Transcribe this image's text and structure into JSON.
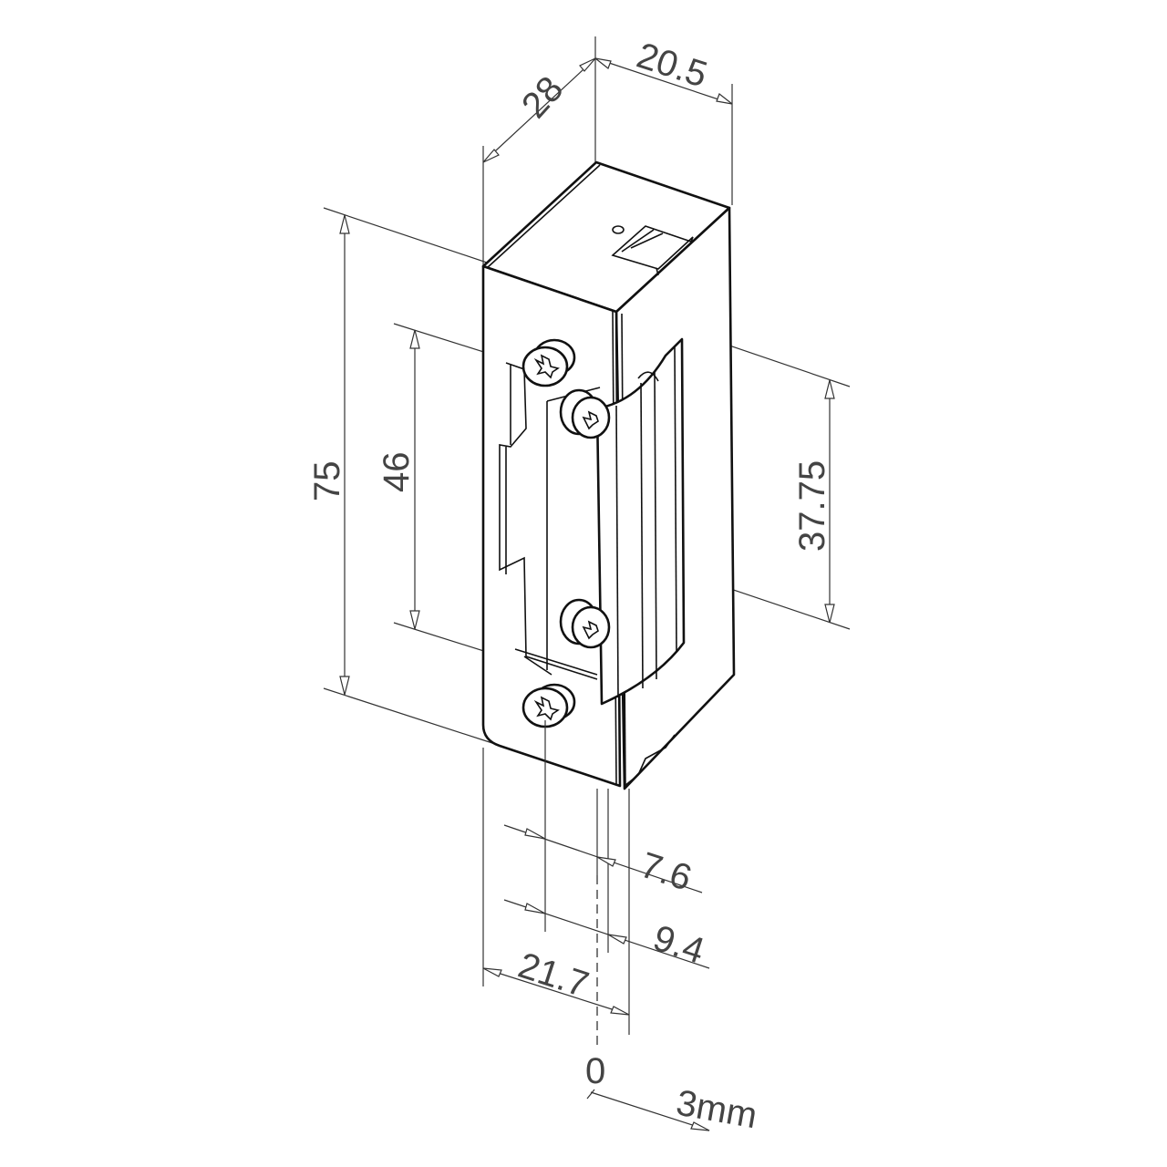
{
  "title": "Electric door strike – isometric dimension drawing",
  "units": "mm",
  "dimensions": {
    "depth": "28",
    "width": "20.5",
    "overall_height": "75",
    "latch_height": "46",
    "latch_center_offset": "37.75",
    "offset_a": "7.6",
    "offset_b": "9.4",
    "faceplate_offset": "21.7",
    "zero_reference": "0",
    "adjustment": "3mm"
  },
  "colors": {
    "line": "#111111",
    "dimension": "#444444",
    "background": "#ffffff"
  }
}
